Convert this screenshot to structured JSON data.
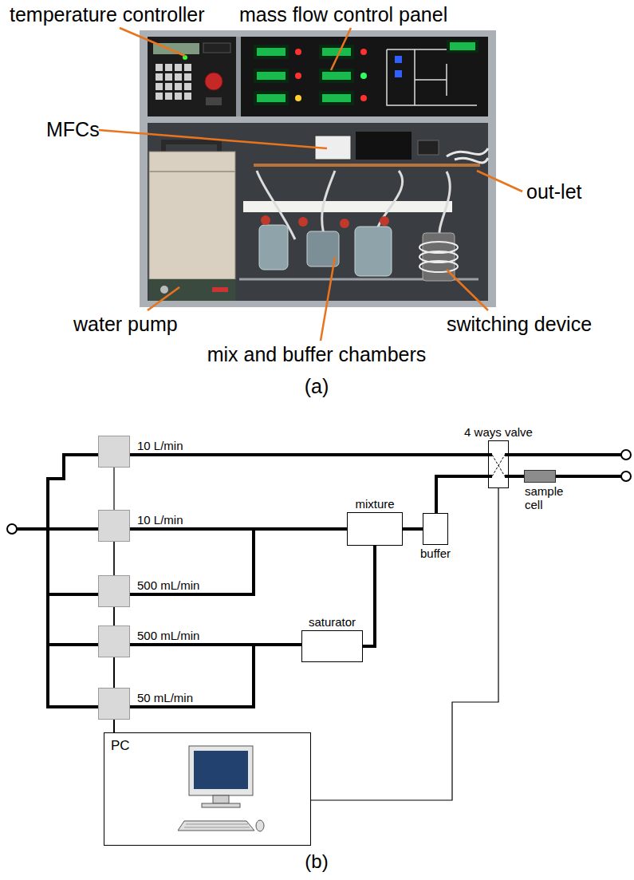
{
  "diagram": {
    "nodes": [
      {
        "text": [
          "10 L/min"
        ]
      },
      {
        "text": [
          "10 L/min"
        ]
      },
      {
        "text": [
          "500 mL/min"
        ]
      },
      {
        "text": [
          "500 mL/min"
        ]
      },
      {
        "text": [
          "50 mL/min"
        ]
      },
      {
        "text": [
          "4 ways valve"
        ]
      },
      {
        "text": [
          "mixture"
        ]
      },
      {
        "text": [
          "buffer"
        ]
      },
      {
        "text": [
          "sample cell"
        ]
      },
      {
        "text": [
          "saturator"
        ]
      },
      {
        "text": [
          "PC"
        ]
      }
    ],
    "edges": [
      {
        "from": 0,
        "to": 5,
        "arrow": "none"
      },
      {
        "from": 1,
        "to": 6,
        "arrow": "none"
      },
      {
        "from": 2,
        "to": 6,
        "arrow": "none"
      },
      {
        "from": 3,
        "to": 9,
        "arrow": "none"
      },
      {
        "from": 4,
        "to": 9,
        "arrow": "none"
      },
      {
        "from": 9,
        "to": 6,
        "arrow": "none"
      },
      {
        "from": 6,
        "to": 7,
        "arrow": "none"
      },
      {
        "from": 7,
        "to": 5,
        "arrow": "none"
      },
      {
        "from": 5,
        "to": 8,
        "arrow": "none"
      },
      {
        "from": 10,
        "to": 0,
        "arrow": "none"
      },
      {
        "from": 10,
        "to": 1,
        "arrow": "none"
      },
      {
        "from": 10,
        "to": 2,
        "arrow": "none"
      },
      {
        "from": 10,
        "to": 3,
        "arrow": "none"
      },
      {
        "from": 10,
        "to": 4,
        "arrow": "none"
      },
      {
        "from": 10,
        "to": 5,
        "arrow": "none"
      }
    ],
    "labels": [
      "temperature controller",
      "mass flow control panel",
      "MFCs",
      "out-let",
      "water pump",
      "switching device",
      "mix and buffer chambers",
      "(a)",
      "(b)"
    ]
  }
}
